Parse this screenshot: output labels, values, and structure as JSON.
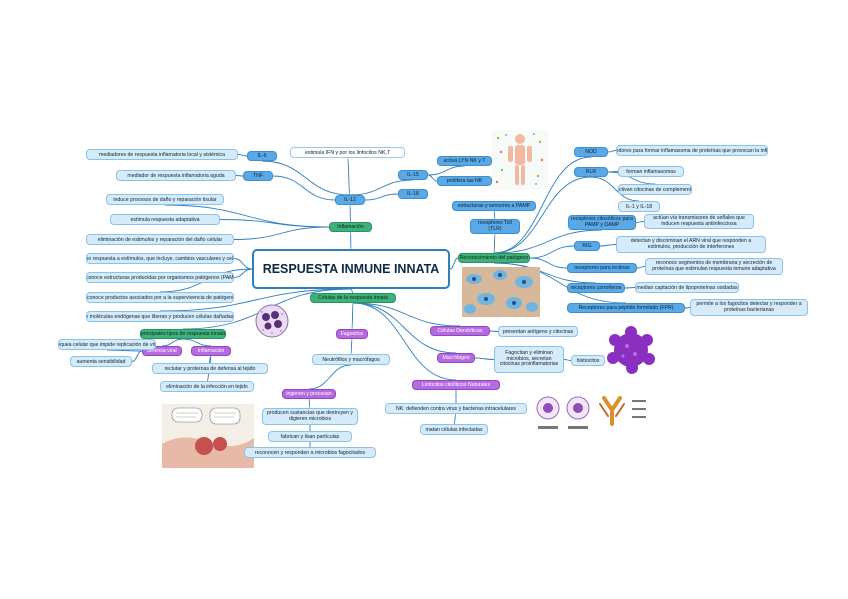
{
  "title": "RESPUESTA INMUNE INNATA",
  "colors": {
    "blue": "#5aa9e6",
    "green": "#3fb27a",
    "purple": "#b56ae0",
    "line": "#2f7fbf"
  },
  "nodes": {
    "inflamacion_main": "Inflamación",
    "il6": "IL-6",
    "tnf": "TNF",
    "il6_desc": "mediadores de respuesta inflamatoria local y sistémica",
    "tnf_desc": "mediador de respuesta inflamatoria aguda",
    "estim_ifn": "estimula IFN γ por los linfocitos NK,T",
    "il12": "IL-12",
    "il15": "IL-15",
    "il18": "IL-18",
    "activa_nk": "activa LYN NK y T",
    "prolif_nk": "prolifera las NK",
    "inf_a": "induce procesos de daño y reparación tisular",
    "inf_b": "estimula respuesta adaptativa",
    "inf_c": "eliminación de estimulos y reparación del daño celular",
    "inf_d": "proceso respuesta a estímulos, que incluye, cambios vasculares y celulares",
    "inf_e": "reconoce estructuras producidas por organismos patógenos (PAMP)",
    "inf_f": "reconoce productos asociados por a la supervivencia de patógenos",
    "inf_g": "reconoce moléculas endógenas que liberan y producen células dañadas (DAMP)",
    "reconocimiento": "Reconocimiento del patógeno",
    "estructuras": "estructuras y sensores a PAMP",
    "tlr": "receptores Toll (TLR)",
    "nod": "NOD",
    "nod_desc": "reconocedores para formar inflamasoma de proteínas que provocan la inflamación",
    "rlr": "RLR",
    "rlr_a": "forman inflamasomas",
    "rlr_b": "activan citocinas de complemento",
    "rlr_c": "IL-1 y IL-18",
    "tlr_cell": "receptores citosólicos para PAMP y DAMP",
    "tlr_cell_desc": "actúan vía transmisores de señales que inducen respuesta antiinfecciosa",
    "rig": "RIG",
    "rig_desc": "detectan y discriminan el ARN viral que responden a estímulos, producción de interferones",
    "lectina": "receptores para lectinas",
    "lectina_desc": "reconoce segmentos de membrana y secreción de proteínas que estimulan respuesta inmune adaptativa",
    "carroneros": "receptores carroñeros",
    "carroneros_desc": "median captación de lipoproteínas oxidadas",
    "fpr": "Receptores para péptido formilado (FPR)",
    "fpr_desc": "permite a los fagocitos detectar y responder a proteínas bacterianas",
    "celulas": "Células de la respuesta innata",
    "dendriticas": "Células Dendríticas",
    "dendriticas_desc": "presentan antígeno y citocinas",
    "macrofagos": "Macrófagos",
    "macrofagos_desc": "Fagocitan y eliminan microbios, secretan citocinas proinflamatorias",
    "histiocitos": "histiocitos",
    "nk": "Linfocitos citolíticos Naturales",
    "nk_a": "NK: defienden contra virus y bacterias intracelulares",
    "nk_b": "matan células infectadas",
    "fagocitos": "Fagocitos",
    "neutrofilos": "Neutrófilos y macrófagos",
    "ingieren": "ingieren y procesan",
    "fag_a": "producen sustancias que destruyen y digieren microbios",
    "fag_b": "fabrican y lisan partículas",
    "fag_c": "reconocen y responden a microbios fagocitados",
    "principales": "principales tipos de respuesta innata",
    "defensa": "defensa viral",
    "inflamacion_p": "Inflamación",
    "viral_a": "bloquea celular que impide replicación de virus",
    "viral_b": "aumenta sensibilidad",
    "infl_a": "reclutar y proteínas de defensa al tejido",
    "infl_b": "eliminación de la infección en tejido"
  }
}
